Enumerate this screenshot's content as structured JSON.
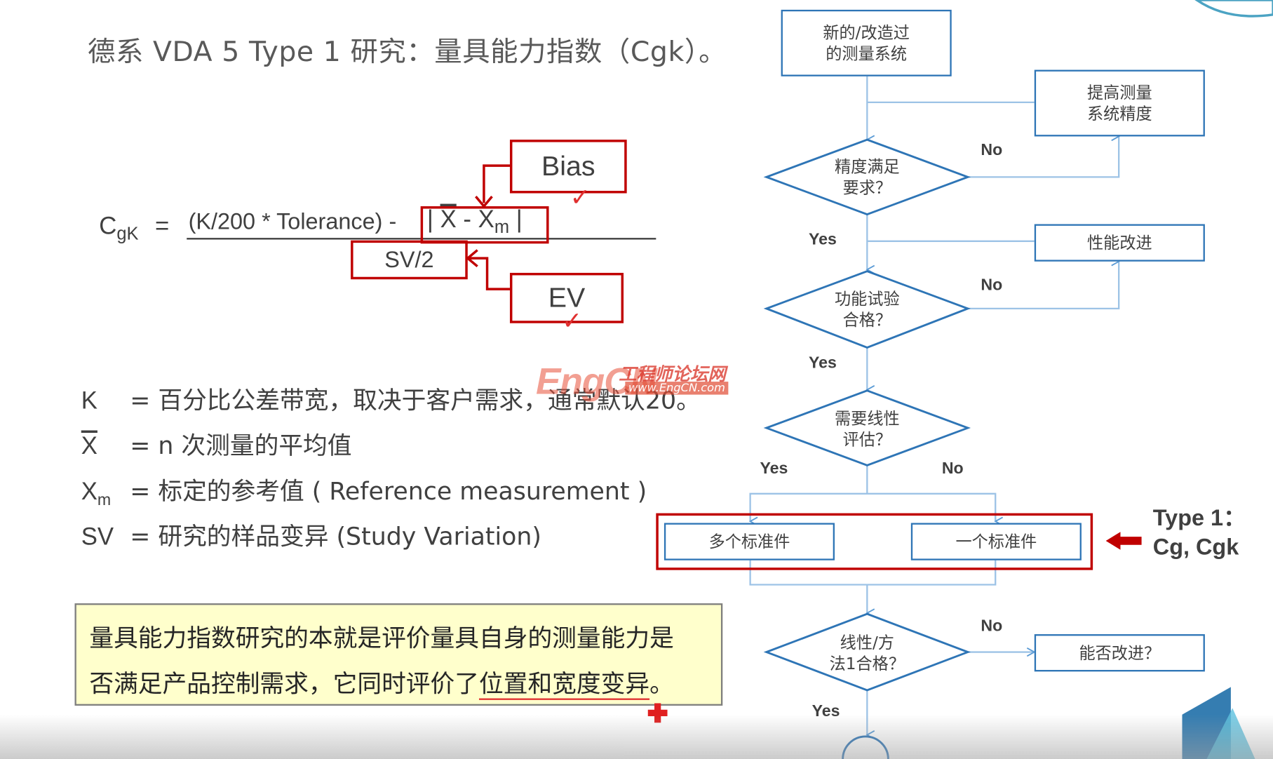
{
  "title": "德系 VDA 5 Type 1 研究：量具能力指数（Cgk）。",
  "formula": {
    "lhs_main": "C",
    "lhs_sub": "gK",
    "equals": "=",
    "numerator_text": "(K/200 * Tolerance) -",
    "abs_open": "|",
    "xbar": "X",
    "minus": "-",
    "xm_main": "X",
    "xm_sub": "m",
    "abs_close": "|",
    "denominator": "SV/2",
    "bias_label": "Bias",
    "ev_label": "EV",
    "check_mark": "✓"
  },
  "definitions": [
    {
      "sym_main": "K",
      "sym_sub": "",
      "overline": false,
      "text": "= 百分比公差带宽，取决于客户需求，通常默认20。"
    },
    {
      "sym_main": "X",
      "sym_sub": "",
      "overline": true,
      "text": "= n 次测量的平均值"
    },
    {
      "sym_main": "X",
      "sym_sub": "m",
      "overline": false,
      "text": "= 标定的参考值 ( Reference measurement )"
    },
    {
      "sym_main": "SV",
      "sym_sub": "",
      "overline": false,
      "text": "= 研究的样品变异 (Study Variation)"
    }
  ],
  "summary": {
    "line1": "量具能力指数研究的本就是评价量具自身的测量能力是",
    "line2_a": "否满足产品控制需求，它同时评价了",
    "line2_b": "位置和宽度变异",
    "line2_c": "。"
  },
  "watermark": {
    "brand": "EngCN",
    "cn": "工程师论坛网",
    "url": "www.EngCN.com"
  },
  "flow": {
    "start": [
      "新的/改造过",
      "的测量系统"
    ],
    "improve_precision": [
      "提高测量",
      "系统精度"
    ],
    "d1": [
      "精度满足",
      "要求？"
    ],
    "perf_improve": "性能改进",
    "d2": [
      "功能试验",
      "合格？"
    ],
    "d3": [
      "需要线性",
      "评估？"
    ],
    "multi_std": "多个标准件",
    "single_std": "一个标准件",
    "d4": [
      "线性/方",
      "法1合格？"
    ],
    "can_improve": "能否改进？",
    "yes": "Yes",
    "no": "No",
    "type1_line1": "Type 1：",
    "type1_line2": "Cg, Cgk"
  },
  "colors": {
    "flow_blue": "#2E75B6",
    "connector": "#9DC3E6",
    "red": "#C00000",
    "summary_bg": "#FFFFCC",
    "text": "#404040"
  }
}
